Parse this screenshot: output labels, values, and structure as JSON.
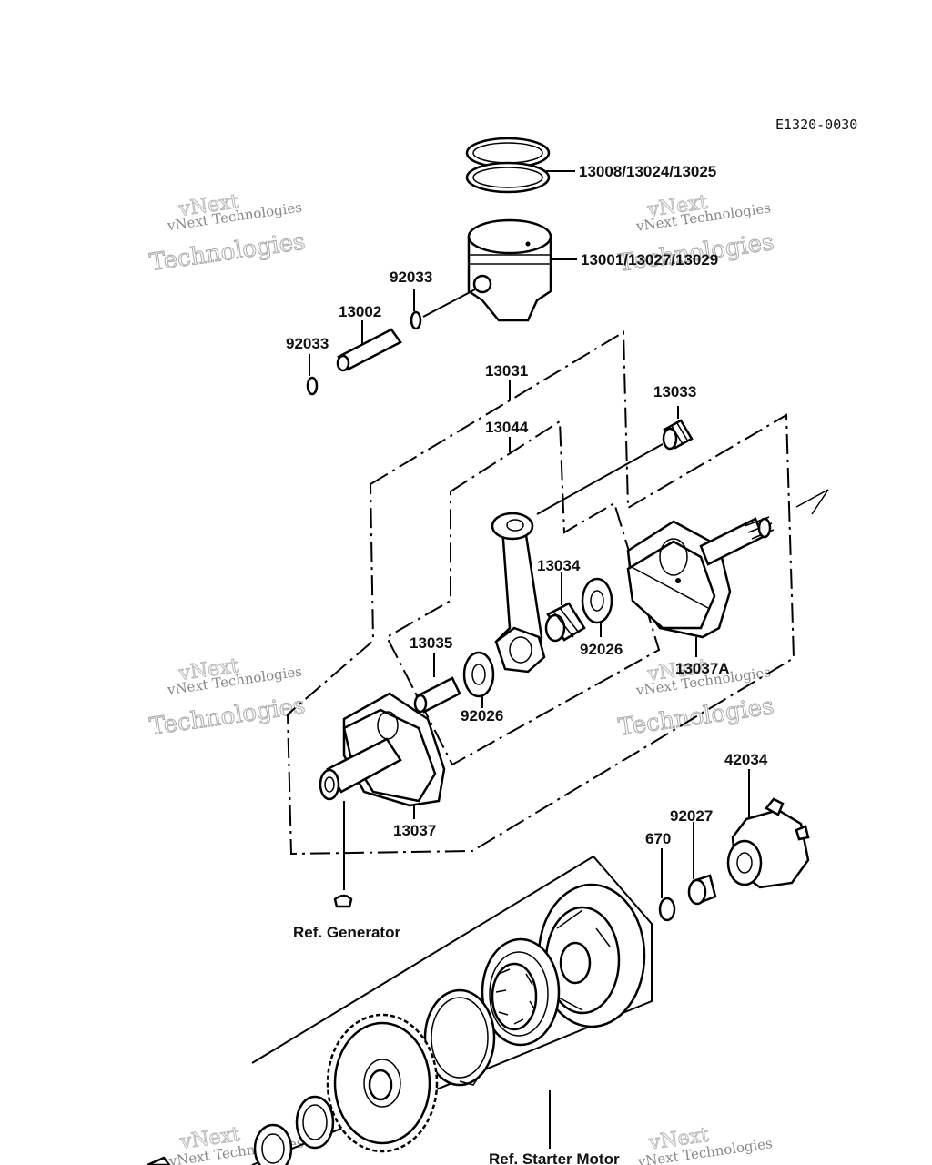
{
  "diagram_code": "E1320-0030",
  "watermark": {
    "line1": "vNext Technologies",
    "line2": "vNext",
    "line3": "Technologies"
  },
  "labels": {
    "rings": "13008/13024/13025",
    "piston": "13001/13027/13029",
    "clip_upper": "92033",
    "pin": "13002",
    "clip_lower": "92033",
    "crankshaft_assy": "13031",
    "conrod_assy": "13044",
    "small_end_bearing": "13033",
    "big_end_bearing": "13034",
    "washer_right": "92026",
    "crank_pin": "13035",
    "washer_left": "92026",
    "crank_right": "13037A",
    "crank_left": "13037",
    "bearing_cover": "42034",
    "bushing": "92027",
    "oring": "670",
    "ref_generator": "Ref. Generator",
    "ref_starter": "Ref. Starter Motor"
  }
}
